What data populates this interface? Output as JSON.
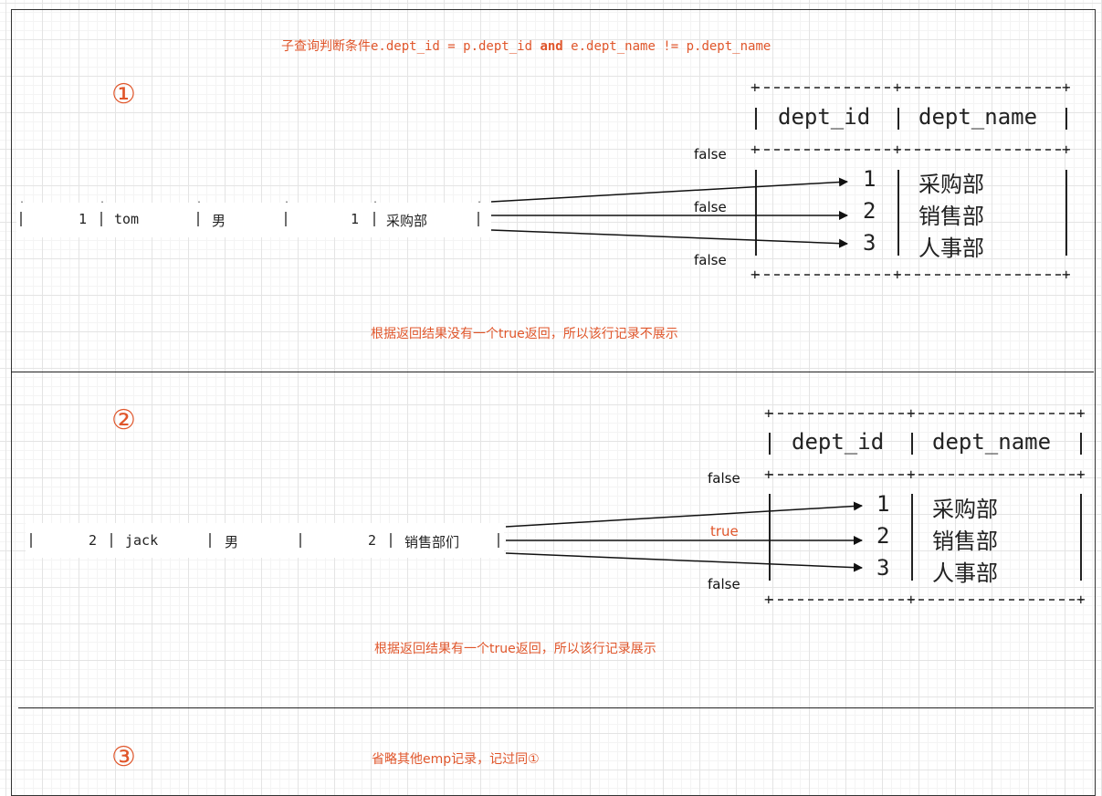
{
  "header_sql": {
    "prefix": "子查询判断条件e.dept_id = p.dept_id ",
    "keyword": "and",
    "suffix": " e.dept_name != p.dept_name"
  },
  "sections": [
    {
      "number": "①",
      "row": {
        "id": "1",
        "name": "tom",
        "gender": "男",
        "dept_id": "1",
        "dept_name": "采购部"
      },
      "labels": [
        "false",
        "false",
        "false"
      ],
      "note": "根据返回结果没有一个true返回，所以该行记录不展示"
    },
    {
      "number": "②",
      "row": {
        "id": "2",
        "name": "jack",
        "gender": "男",
        "dept_id": "2",
        "dept_name": "销售部们"
      },
      "labels": [
        "false",
        "true",
        "false"
      ],
      "note": "根据返回结果有一个true返回，所以该行记录展示"
    },
    {
      "number": "③",
      "note": "省略其他emp记录，记过同①"
    }
  ],
  "dept_table": {
    "headers": [
      "dept_id",
      "dept_name"
    ],
    "rows": [
      {
        "id": "1",
        "name": "采购部"
      },
      {
        "id": "2",
        "name": "销售部"
      },
      {
        "id": "3",
        "name": "人事部"
      }
    ]
  },
  "colors": {
    "accent": "#e0562b",
    "line": "#222222",
    "grid": "#e4e4e4"
  }
}
